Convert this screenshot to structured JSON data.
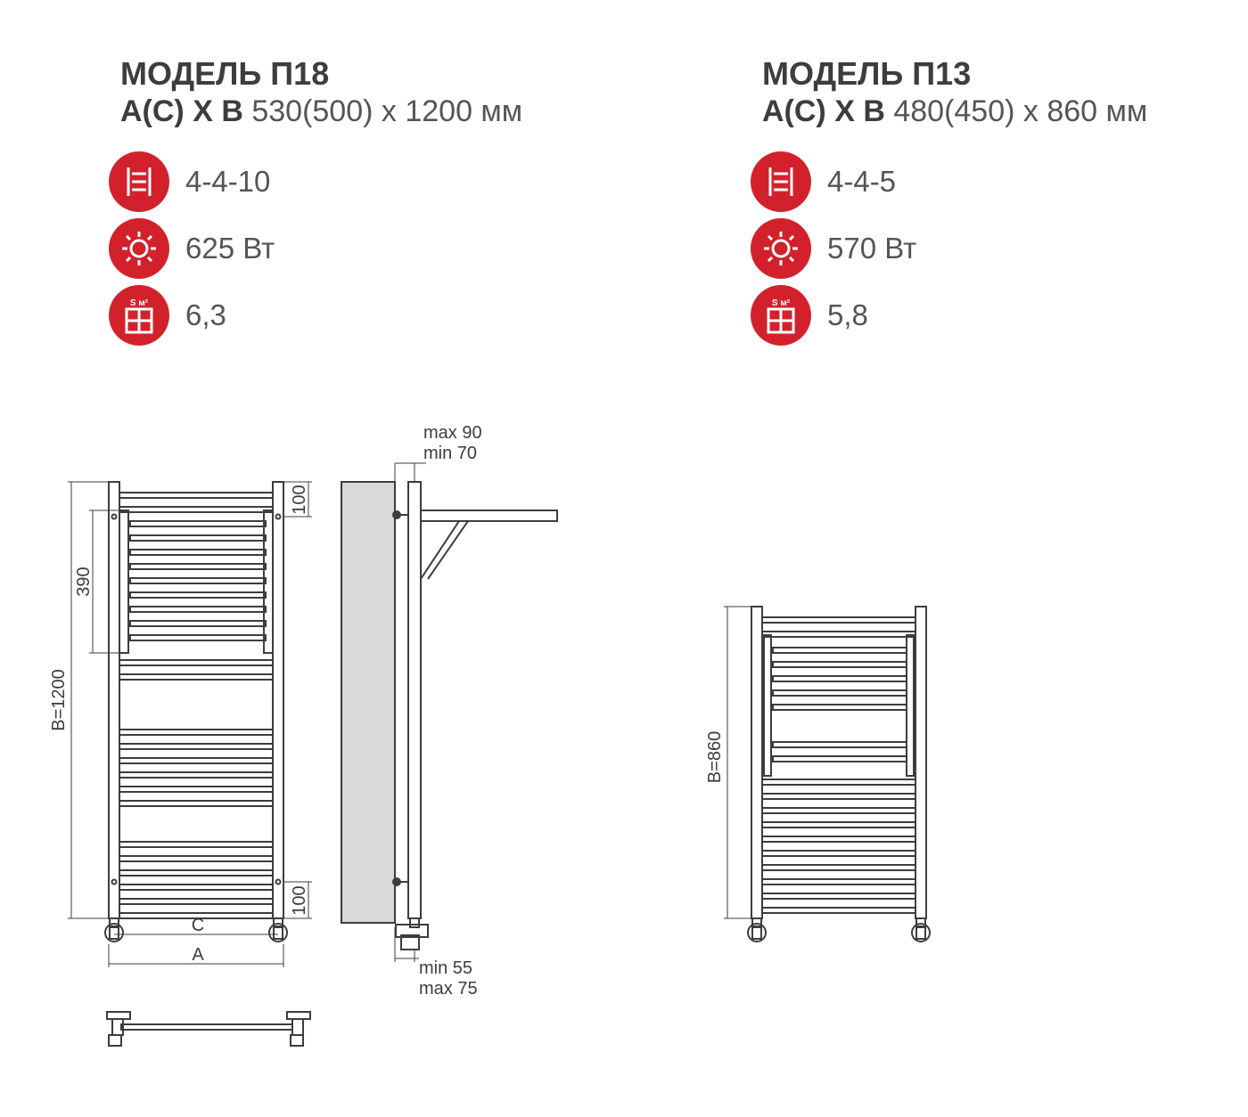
{
  "models": [
    {
      "title": "МОДЕЛЬ П18",
      "dims_label": "A(C) X B",
      "dims_value": "530(500) x 1200 мм",
      "specs": [
        {
          "icon": "rungs-icon",
          "value": "4-4-10"
        },
        {
          "icon": "sun-icon",
          "value": "625 Вт"
        },
        {
          "icon": "area-icon",
          "value": "6,3"
        }
      ]
    },
    {
      "title": "МОДЕЛЬ П13",
      "dims_label": "A(C) X B",
      "dims_value": "480(450) x 860 мм",
      "specs": [
        {
          "icon": "rungs-icon",
          "value": "4-4-5"
        },
        {
          "icon": "sun-icon",
          "value": "570 Вт"
        },
        {
          "icon": "area-icon",
          "value": "5,8"
        }
      ]
    }
  ],
  "area_badge_label": "S м²",
  "drawing": {
    "height_p18": "B=1200",
    "shelf_height": "390",
    "offset_top": "100",
    "offset_bottom": "100",
    "width_c": "C",
    "width_a": "A",
    "wall_max": "max 90",
    "wall_min": "min 70",
    "bottom_min": "min 55",
    "bottom_max": "max 75",
    "height_p13": "B=860"
  },
  "colors": {
    "accent": "#d3212c",
    "line": "#3d3d3d",
    "wall": "#d9d9d9"
  }
}
